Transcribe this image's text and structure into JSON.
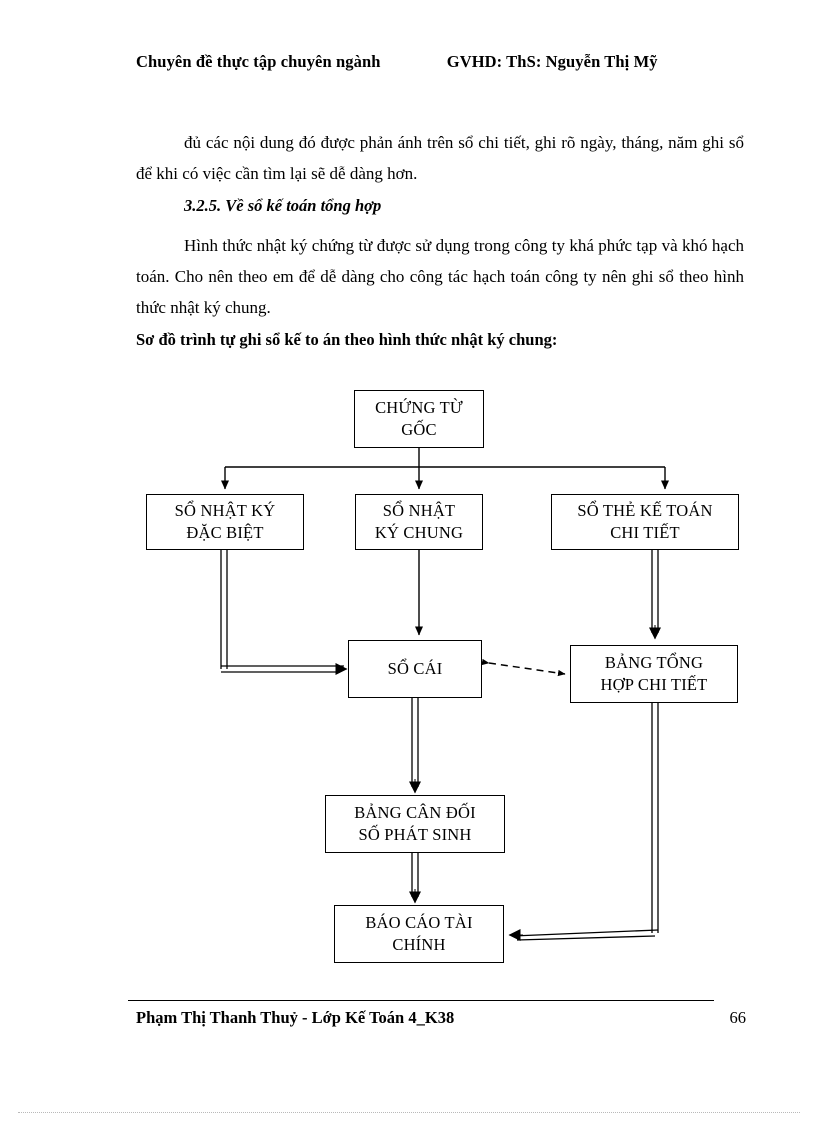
{
  "header": {
    "left": "Chuyên đề thực tập chuyên ngành",
    "right": "GVHD: ThS: Nguyễn Thị Mỹ"
  },
  "body": {
    "paragraph_1": "đủ các nội dung đó được phản ánh trên sổ chi tiết, ghi rõ ngày, tháng, năm ghi sổ để khi có việc cần tìm lại sẽ dễ dàng hơn.",
    "subheading": "3.2.5. Về sổ kế toán tổng hợp",
    "paragraph_2": "Hình thức nhật ký chứng từ được sử dụng trong công ty khá phức tạp và khó hạch toán. Cho nên theo em để dễ dàng cho công tác hạch toán công ty nên ghi sổ theo hình thức nhật ký chung.",
    "diagram_caption": "Sơ đồ trình tự ghi sổ kế to án theo hình thức nhật ký chung:"
  },
  "diagram": {
    "nodes": {
      "chung_tu_goc": {
        "line1": "CHỨNG TỪ",
        "line2": "GỐC"
      },
      "so_nhat_ky_dac_biet": {
        "line1": "SỔ NHẬT KÝ",
        "line2": "ĐẶC BIỆT"
      },
      "so_nhat_ky_chung": {
        "line1": "SỔ NHẬT",
        "line2": "KÝ CHUNG"
      },
      "so_the_ke_toan_chi_tiet": {
        "line1": "SỔ THẺ KẾ TOÁN",
        "line2": "CHI TIẾT"
      },
      "so_cai": {
        "line1": "SỔ CÁI",
        "line2": ""
      },
      "bang_tong_hop_chi_tiet": {
        "line1": "BẢNG TỔNG",
        "line2": "HỢP CHI TIẾT"
      },
      "bang_can_doi_so_phat_sinh": {
        "line1": "BẢNG CÂN ĐỐI",
        "line2": "SỐ PHÁT SINH"
      },
      "bao_cao_tai_chinh": {
        "line1": "BÁO CÁO TÀI",
        "line2": "CHÍNH"
      }
    },
    "edge_style": {
      "stroke": "#000000",
      "solid_single": "solid thin line with filled arrowhead",
      "double_line": "hollow double line with filled arrowhead",
      "dashed_bidirectional": "dashed line with arrowheads at both ends"
    }
  },
  "footer": {
    "author_line": "Phạm Thị Thanh Thuỷ - Lớp Kế Toán 4_K38",
    "page_number": "66"
  }
}
